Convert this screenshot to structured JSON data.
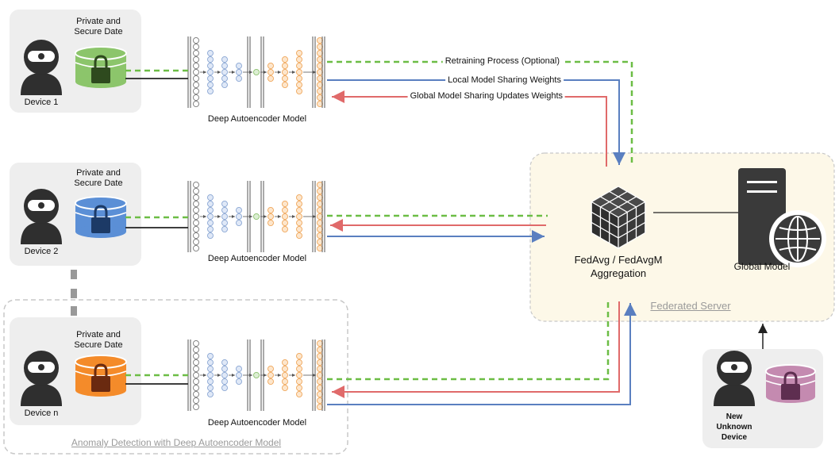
{
  "devices": [
    {
      "id": "device-1",
      "label": "Device 1",
      "storage_label_line1": "Private and",
      "storage_label_line2": "Secure Date",
      "db_color": "#8cc56b",
      "lock_color": "#2e4a1e",
      "model_label": "Deep Autoencoder Model"
    },
    {
      "id": "device-2",
      "label": "Device 2",
      "storage_label_line1": "Private and",
      "storage_label_line2": "Secure Date",
      "db_color": "#5b8fd6",
      "lock_color": "#1c3a66",
      "model_label": "Deep Autoencoder Model"
    },
    {
      "id": "device-n",
      "label": "Device n",
      "storage_label_line1": "Private and",
      "storage_label_line2": "Secure Date",
      "db_color": "#f48b2a",
      "lock_color": "#6a2a10",
      "model_label": "Deep Autoencoder Model"
    }
  ],
  "flows": {
    "retraining": "Retraining Process (Optional)",
    "local_weights": "Local Model Sharing Weights",
    "global_updates": "Global Model Sharing Updates Weights"
  },
  "server": {
    "aggregation_line1": "FedAvg / FedAvgM",
    "aggregation_line2": "Aggregation",
    "global_model": "Global Model",
    "title": "Federated Server"
  },
  "new_device": {
    "line1": "New",
    "line2": "Unknown",
    "line3": "Device",
    "db_color": "#c48ab0"
  },
  "anomaly_group_title": "Anomaly Detection with Deep Autoencoder Model",
  "colors": {
    "green_dashed": "#6cbd45",
    "blue": "#5a7fc0",
    "red": "#e06a6a",
    "panel_gray": "#eeeeee",
    "server_bg": "#fdf8e8"
  }
}
